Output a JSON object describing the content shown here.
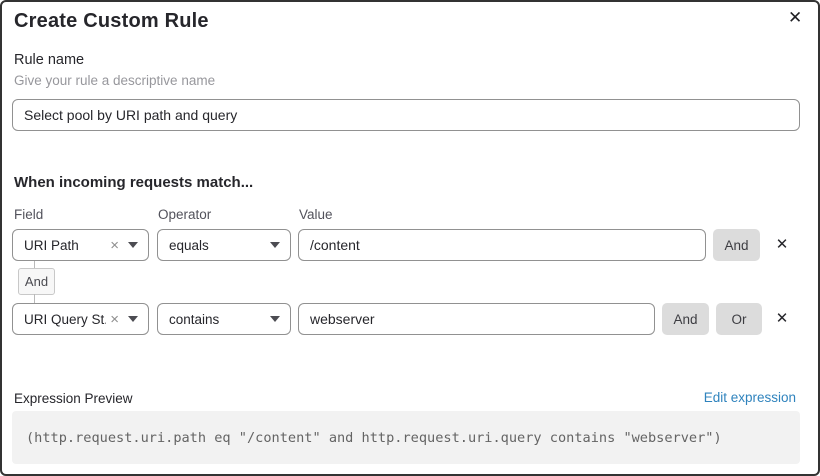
{
  "dialog": {
    "title": "Create Custom Rule"
  },
  "icons": {
    "close": "✕",
    "remove_row": "✕",
    "clear_selection": "×"
  },
  "rule_name": {
    "label": "Rule name",
    "helper": "Give your rule a descriptive name",
    "value": "Select pool by URI path and query"
  },
  "matcher": {
    "heading": "When incoming requests match...",
    "columns": {
      "field": "Field",
      "operator": "Operator",
      "value": "Value"
    },
    "connector": "And",
    "rows": [
      {
        "field": "URI Path",
        "operator": "equals",
        "value": "/content",
        "and_label": "And"
      },
      {
        "field": "URI Query St...",
        "operator": "contains",
        "value": "webserver",
        "and_label": "And",
        "or_label": "Or"
      }
    ]
  },
  "expression": {
    "label": "Expression Preview",
    "edit_link": "Edit expression",
    "code": "(http.request.uri.path eq \"/content\" and http.request.uri.query contains \"webserver\")"
  },
  "colors": {
    "accent_link": "#2f83bd",
    "button_gray": "#dcdcdc",
    "border_gray": "#919191",
    "code_bg": "#f2f2f2"
  }
}
